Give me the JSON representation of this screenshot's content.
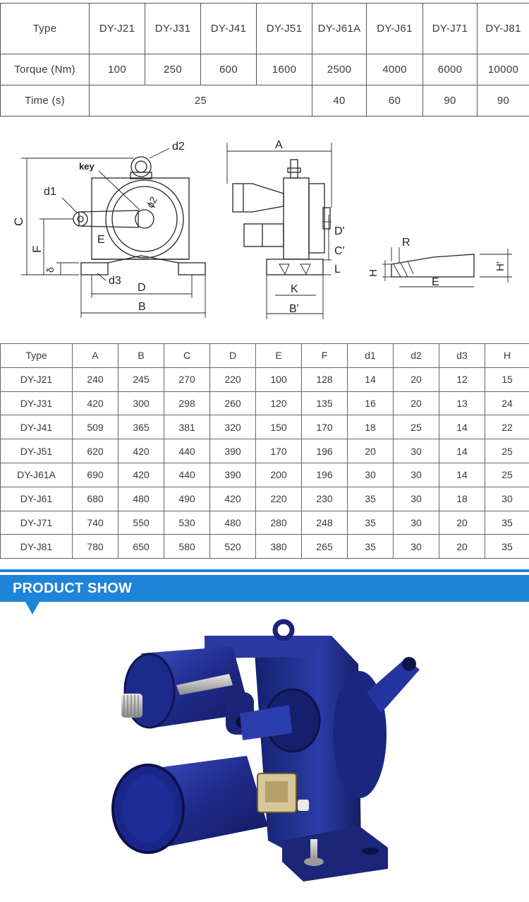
{
  "spec_table": {
    "type_label": "Type",
    "torque_label": "Torque (Nm)",
    "time_label": "Time (s)",
    "models": [
      "DY-J21",
      "DY-J31",
      "DY-J41",
      "DY-J51",
      "DY-J61A",
      "DY-J61",
      "DY-J71",
      "DY-J81"
    ],
    "torque": [
      "100",
      "250",
      "600",
      "1600",
      "2500",
      "4000",
      "6000",
      "10000"
    ],
    "time_shared": "25",
    "time_rest": [
      "40",
      "60",
      "90",
      "90"
    ]
  },
  "drawing": {
    "labels": {
      "d2": "d2",
      "key": "key",
      "d1": "d1",
      "C": "C",
      "F": "F",
      "E": "E",
      "delta": "δ",
      "d3": "d3",
      "D": "D",
      "B": "B",
      "phi": "ɸ2",
      "A": "A",
      "D_prime": "D'",
      "C_prime": "C'",
      "L": "L",
      "K": "K",
      "B_prime": "B'",
      "R": "R",
      "H": "H",
      "H_prime": "H'",
      "E2": "E"
    }
  },
  "dim_table": {
    "headers": [
      "Type",
      "A",
      "B",
      "C",
      "D",
      "E",
      "F",
      "d1",
      "d2",
      "d3",
      "H"
    ],
    "rows": [
      [
        "DY-J21",
        "240",
        "245",
        "270",
        "220",
        "100",
        "128",
        "14",
        "20",
        "12",
        "15"
      ],
      [
        "DY-J31",
        "420",
        "300",
        "298",
        "260",
        "120",
        "135",
        "16",
        "20",
        "13",
        "24"
      ],
      [
        "DY-J41",
        "509",
        "365",
        "381",
        "320",
        "150",
        "170",
        "18",
        "25",
        "14",
        "22"
      ],
      [
        "DY-J51",
        "620",
        "420",
        "440",
        "390",
        "170",
        "196",
        "20",
        "30",
        "14",
        "25"
      ],
      [
        "DY-J61A",
        "690",
        "420",
        "440",
        "390",
        "200",
        "196",
        "30",
        "30",
        "14",
        "25"
      ],
      [
        "DY-J61",
        "680",
        "480",
        "490",
        "420",
        "220",
        "230",
        "35",
        "30",
        "18",
        "30"
      ],
      [
        "DY-J71",
        "740",
        "550",
        "530",
        "480",
        "280",
        "248",
        "35",
        "30",
        "20",
        "35"
      ],
      [
        "DY-J81",
        "780",
        "650",
        "580",
        "520",
        "380",
        "265",
        "35",
        "30",
        "20",
        "35"
      ]
    ]
  },
  "banner": {
    "title": "PRODUCT SHOW",
    "color": "#1d84d8"
  },
  "product": {
    "body_color": "#1f2a8a"
  }
}
